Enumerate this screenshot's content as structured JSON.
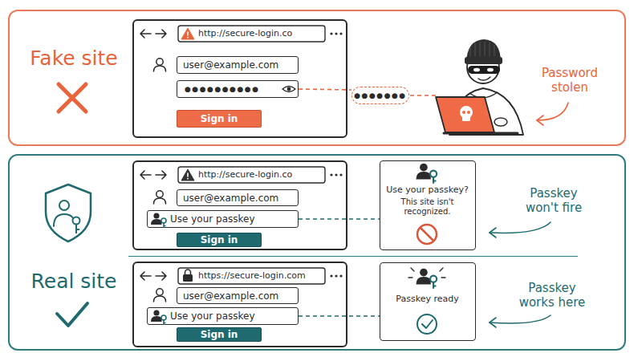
{
  "diagram": {
    "nodes": [
      {
        "text": [
          "Fake site"
        ]
      },
      {
        "text": [
          "http://secure-login.co"
        ],
        "in": 0
      },
      {
        "text": [
          "user@example.com"
        ],
        "in": 1
      },
      {
        "text": [
          "●●●●●●●●●●"
        ],
        "in": 1
      },
      {
        "text": [
          "Sign in"
        ],
        "in": 1
      },
      {
        "text": [
          "●●●●●●●"
        ],
        "in": 0
      },
      {
        "text": [
          "Real site"
        ]
      },
      {
        "text": [
          "http://secure-login.co"
        ],
        "in": 6
      },
      {
        "text": [
          "user@example.com"
        ],
        "in": 7
      },
      {
        "text": [
          "Use your passkey"
        ],
        "in": 7
      },
      {
        "text": [
          "Sign in"
        ],
        "in": 7
      },
      {
        "text": [
          "Use your passkey?",
          "This site isn't recognized."
        ],
        "in": 6
      },
      {
        "text": [
          "https://secure-login.com"
        ],
        "in": 6
      },
      {
        "text": [
          "user@example.com"
        ],
        "in": 12
      },
      {
        "text": [
          "Use your passkey"
        ],
        "in": 12
      },
      {
        "text": [
          "Sign in"
        ],
        "in": 12
      },
      {
        "text": [
          "Passkey ready"
        ],
        "in": 6
      }
    ],
    "edges": [
      {
        "from": 3,
        "to": 5,
        "arrow": "none"
      },
      {
        "from": 9,
        "to": 11,
        "arrow": "none"
      },
      {
        "from": 14,
        "to": 16,
        "arrow": "none"
      }
    ],
    "labels": [
      "Password stolen",
      "Passkey won't fire",
      "Passkey works here"
    ]
  }
}
